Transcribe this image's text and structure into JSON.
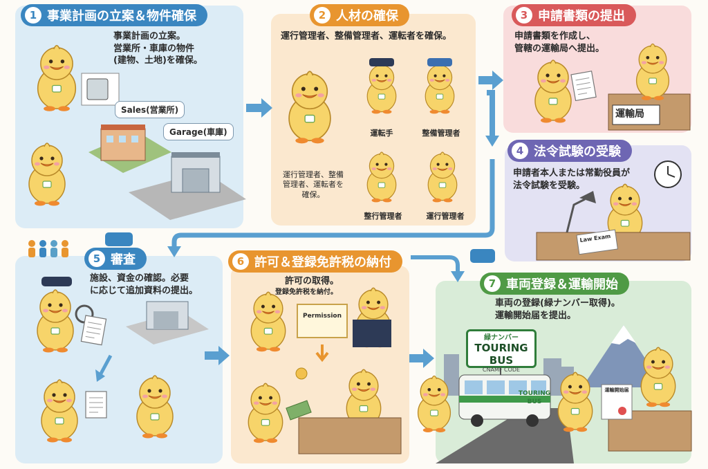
{
  "steps": [
    {
      "num": "1",
      "title": "事業計画の立案＆物件確保",
      "desc": "事業計画の立案。\n営業所・車庫の物件\n(建物、土地)を確保。",
      "labels": [
        "Sales(営業所)",
        "Garage(車庫)"
      ]
    },
    {
      "num": "2",
      "title": "人材の確保",
      "desc": "運行管理者、整備管理者、運転者を確保。",
      "labels": [
        "運転手",
        "整備管理者",
        "整行管理者",
        "運行管理者"
      ],
      "note": "運行管理者、整備\n管理者、運転者を\n確保。"
    },
    {
      "num": "3",
      "title": "申請書類の提出",
      "desc": "申請書類を作成し、\n管轄の運輸局へ提出。",
      "labels": [
        "運輸局"
      ]
    },
    {
      "num": "4",
      "title": "法令試験の受験",
      "desc": "申請者本人または常勤役員が\n法令試験を受験。",
      "labels": [
        "Law Exam"
      ]
    },
    {
      "num": "5",
      "title": "審査",
      "desc": "施設、資金の確認。必要\nに応じて追加資料の提出。"
    },
    {
      "num": "6",
      "title": "許可＆登録免許税の納付",
      "desc": "許可の取得。",
      "desc2": "登録免許税を納付。",
      "labels": [
        "Permission"
      ]
    },
    {
      "num": "7",
      "title": "車両登録＆運輸開始",
      "desc": "車両の登録(緑ナンバー取得)。\n運輸開始届を提出。",
      "labels": [
        "緑ナンバー",
        "TOURING BUS",
        "CNAMF CODE",
        "TOURING BUS",
        "運輸開始届"
      ]
    }
  ],
  "colors": {
    "blue": "#3a86c0",
    "orange": "#e8952f",
    "red": "#d9595a",
    "purple": "#6e66b3",
    "green": "#4f9a45",
    "arrow": "#5a9fd0",
    "duck": "#f7d46a"
  }
}
